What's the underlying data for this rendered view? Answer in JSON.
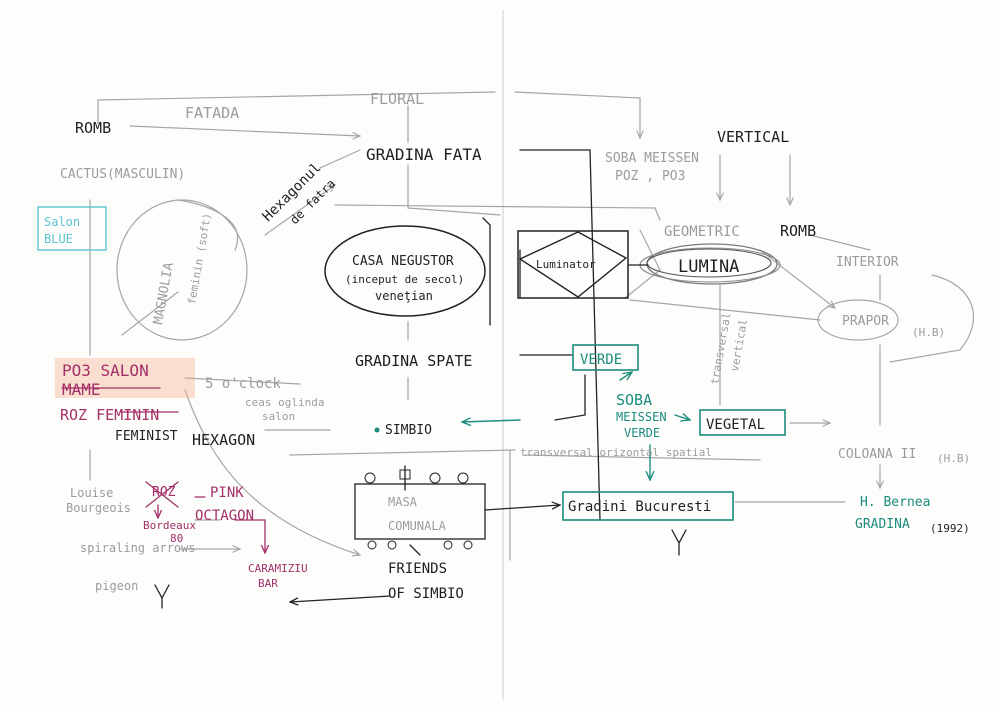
{
  "labels": {
    "fatada": "FATADA",
    "floral": "FLORAL",
    "romb_left": "ROMB",
    "vertical_top": "VERTICAL",
    "gradina_fata": "GRADINA FATA",
    "soba_meissen": "SOBA MEISSEN",
    "poz_po3": "POZ , PO3",
    "cactus": "CACTUS(MASCULIN)",
    "salon_blue_1": "Salon",
    "salon_blue_2": "BLUE",
    "magnolia_1": "MAGNOLIA",
    "magnolia_2": "feminin (soft)",
    "hexagonul_1": "Hexagonul",
    "hexagonul_2": "de fatra",
    "geometric": "GEOMETRIC",
    "romb_right": "ROMB",
    "casa_1": "CASA NEGUSTOR",
    "casa_2": "(inceput de secol)",
    "casa_3": "veneţian",
    "luminator": "Luminator",
    "lumina": "LUMINA",
    "interior": "INTERIOR",
    "prapor": "PRAPOR",
    "prapor_hb": "(H.B)",
    "transversal": "transversal",
    "vertical_rot": "vertical",
    "po3_salon": "PO3 SALON",
    "mame": "MAME",
    "oclock_1": "5 o'clock",
    "oclock_2": "ceas oglinda",
    "oclock_3": "salon",
    "gradina_spate": "GRADINA SPATE",
    "verde": "VERDE",
    "roz_feminin": "ROZ FEMININ",
    "feminist": "FEMINIST",
    "simbio": "SIMBIO",
    "soba_1": "SOBA",
    "soba_2": "MEISSEN",
    "soba_3": "VERDE",
    "vegetal": "VEGETAL",
    "hexagon": "HEXAGON",
    "transversal_orizontal": "transversal orizontal spatial",
    "coloana": "COLOANA II",
    "coloana_hb": "(H.B)",
    "louise_1": "Louise",
    "louise_2": "Bourgeois",
    "roz_x": "ROZ",
    "pink": "PINK",
    "octagon": "OCTAGON",
    "bordeaux_1": "Bordeaux",
    "bordeaux_2": "80",
    "masa_1": "MASA",
    "masa_2": "COMUNALA",
    "gradini_bucuresti": "Gradini Bucuresti",
    "hbernea_1": "H. Bernea",
    "hbernea_2": "GRADINA",
    "hbernea_3": "(1992)",
    "spiraling": "spiraling arrows",
    "caramizi_1": "CARAMIZIU",
    "caramizi_2": "BAR",
    "friends_1": "FRIENDS",
    "friends_2": "OF SIMBIO",
    "pigeon": "pigeon"
  },
  "colors": {
    "ink": "#1f1f1f",
    "pencil": "#9c9c9c",
    "teal": "#1c8c7d",
    "magenta": "#a33068",
    "cyan": "#5cc3d0",
    "orange": "#f3a27c"
  }
}
